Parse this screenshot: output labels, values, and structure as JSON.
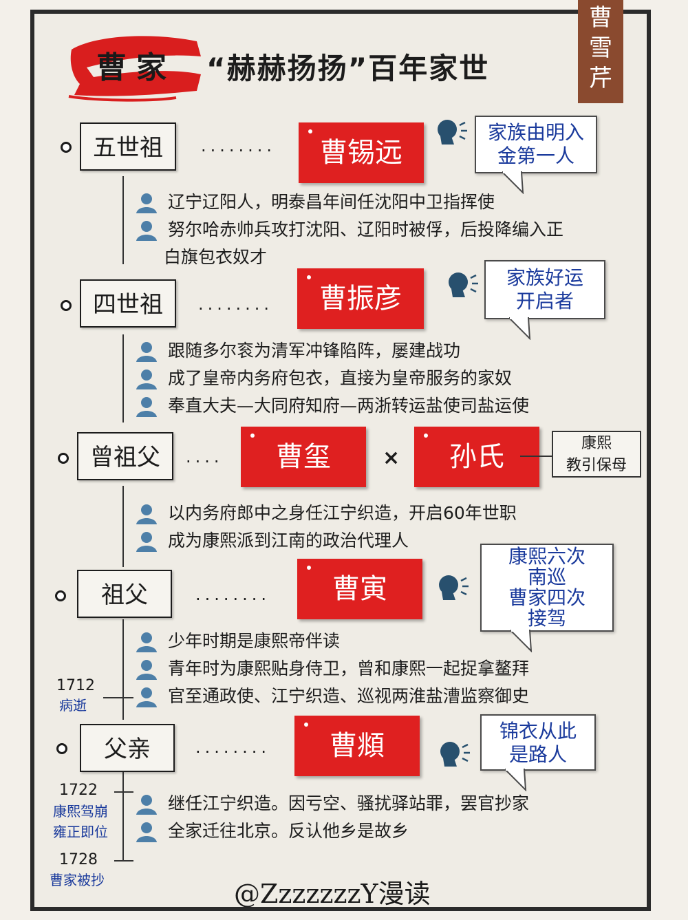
{
  "header": {
    "family_label": "曹家",
    "title": "“赫赫扬扬”百年家世",
    "side_tag": [
      "曹",
      "雪",
      "芹"
    ],
    "accent_color": "#df2020",
    "tag_color": "#8a4a2f"
  },
  "generations": [
    {
      "rank": "五世祖",
      "dots": "........",
      "names": [
        "曹锡远"
      ],
      "bubble": [
        "家族由明入",
        "金第一人"
      ],
      "items": [
        "辽宁辽阳人，明泰昌年间任沈阳中卫指挥使",
        "努尔哈赤帅兵攻打沈阳、辽阳时被俘，后投降编入正",
        "白旗包衣奴才"
      ]
    },
    {
      "rank": "四世祖",
      "dots": "........",
      "names": [
        "曹振彦"
      ],
      "bubble": [
        "家族好运",
        "开启者"
      ],
      "items": [
        "跟随多尔衮为清军冲锋陷阵，屡建战功",
        "成了皇帝内务府包衣，直接为皇帝服务的家奴",
        "奉直大夫—大同府知府—两浙转运盐使司盐运使"
      ]
    },
    {
      "rank": "曾祖父",
      "dots": "....",
      "names": [
        "曹玺",
        "孙氏"
      ],
      "times": "×",
      "note": [
        "康熙",
        "教引保母"
      ],
      "items": [
        "以内务府郎中之身任江宁织造，开启60年世职",
        "成为康熙派到江南的政治代理人"
      ]
    },
    {
      "rank": "祖父",
      "dots": "........",
      "names": [
        "曹寅"
      ],
      "bubble": [
        "康熙六次",
        "南巡",
        "曹家四次",
        "接驾"
      ],
      "items": [
        "少年时期是康熙帝伴读",
        "青年时为康熙贴身侍卫，曾和康熙一起捉拿鳌拜",
        "官至通政使、江宁织造、巡视两淮盐漕监察御史"
      ],
      "timeline": [
        {
          "year": "1712",
          "event": "病逝"
        }
      ]
    },
    {
      "rank": "父亲",
      "dots": "........",
      "names": [
        "曹頫"
      ],
      "bubble": [
        "锦衣从此",
        "是路人"
      ],
      "items": [
        "继任江宁织造。因亏空、骚扰驿站罪，罢官抄家",
        "全家迁往北京。反认他乡是故乡"
      ],
      "timeline": [
        {
          "year": "1722",
          "event": "康熙驾崩 雍正即位"
        },
        {
          "year": "1728",
          "event": "曹家被抄"
        }
      ]
    }
  ],
  "signature": "@ZzzzzzzY漫读",
  "icons": [
    "person-icon",
    "speaker-icon",
    "brush-stroke"
  ]
}
